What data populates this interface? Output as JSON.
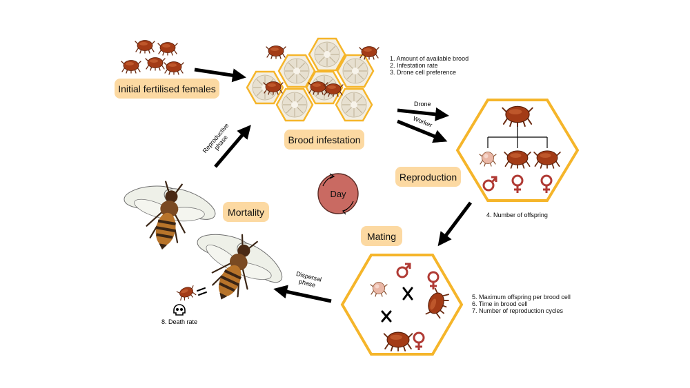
{
  "labels": {
    "initial_females": "Initial fertilised females",
    "brood_infestation": "Brood infestation",
    "reproduction": "Reproduction",
    "mating": "Mating",
    "mortality": "Mortality",
    "day": "Day"
  },
  "arrow_labels": {
    "drone": "Drone",
    "worker": "Worker",
    "reproductive_phase_line1": "Reproductive",
    "reproductive_phase_line2": "phase",
    "dispersal_phase_line1": "Dispersal",
    "dispersal_phase_line2": "phase"
  },
  "brood_params": [
    "1. Amount of available brood",
    "2. Infestation rate",
    "3. Drone cell preference"
  ],
  "offspring_param": "4. Number of offspring",
  "mating_params": [
    "5. Maximum offspring per brood cell",
    "6. Time in brood cell",
    "7. Number of reproduction cycles"
  ],
  "death_param": "8. Death rate",
  "colors": {
    "label_fill": "#fcd9a2",
    "cell_border": "#f5b52a",
    "mite": "#a33b16",
    "symbol": "#b03a34",
    "day_circle": "#c96a62"
  },
  "icons": [
    "mite-icon",
    "honeycomb-icon",
    "bee-icon",
    "skull-icon",
    "male-symbol-icon",
    "female-symbol-icon",
    "cross-icon"
  ]
}
